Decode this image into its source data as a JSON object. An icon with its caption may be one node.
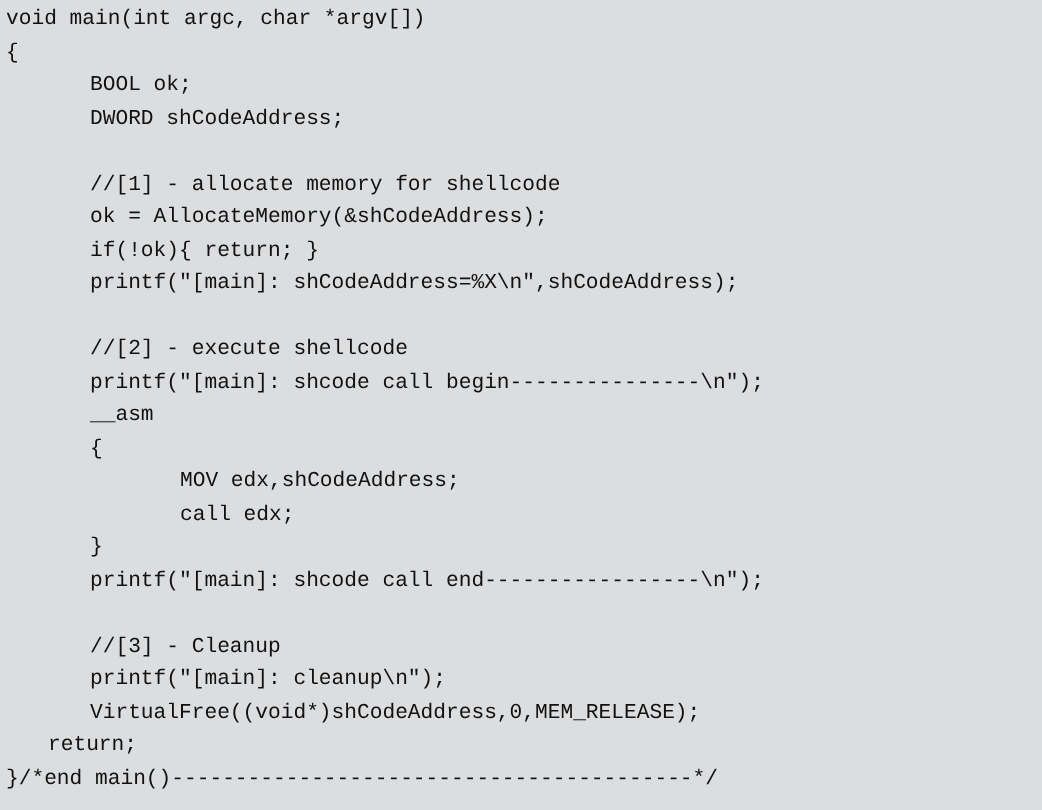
{
  "diagram": {
    "labels": [
      "void main(int argc, char *argv[])",
      "{",
      "BOOL ok;",
      "DWORD shCodeAddress;",
      "//[1] - allocate memory for shellcode",
      "ok = AllocateMemory(&shCodeAddress);",
      "if(!ok){ return; }",
      "printf(\"[main]: shCodeAddress=%X\\n\",shCodeAddress);",
      "//[2] - execute shellcode",
      "printf(\"[main]: shcode call begin---------------\\n\");",
      "__asm",
      "{",
      "MOV edx,shCodeAddress;",
      "call edx;",
      "}",
      "printf(\"[main]: shcode call end-----------------\\n\");",
      "//[3] - Cleanup",
      "printf(\"[main]: cleanup\\n\");",
      "VirtualFree((void*)shCodeAddress,0,MEM_RELEASE);",
      "return;",
      "}/*end main()-----------------------------------------*/"
    ]
  }
}
